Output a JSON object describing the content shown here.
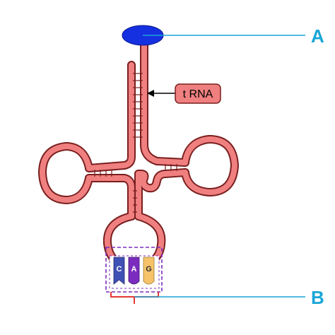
{
  "labels": {
    "callout_a": "A",
    "callout_b": "B",
    "trna": "t RNA"
  },
  "anticodon": {
    "bases": [
      {
        "letter": "C",
        "color": "#3f51b5",
        "text_color": "#ffffff"
      },
      {
        "letter": "A",
        "color": "#7b2cbf",
        "text_color": "#ffffff"
      },
      {
        "letter": "G",
        "color": "#f6c36a",
        "text_color": "#333333"
      }
    ]
  },
  "colors": {
    "strand_fill": "#f08080",
    "strand_outline": "#7a1f1f",
    "callout_line": "#1aa6d6",
    "amino_acid": "#1530e0",
    "trna_label_fill": "#f08080",
    "bracket": "#e53935",
    "box_dash": "#7b2cbf"
  }
}
